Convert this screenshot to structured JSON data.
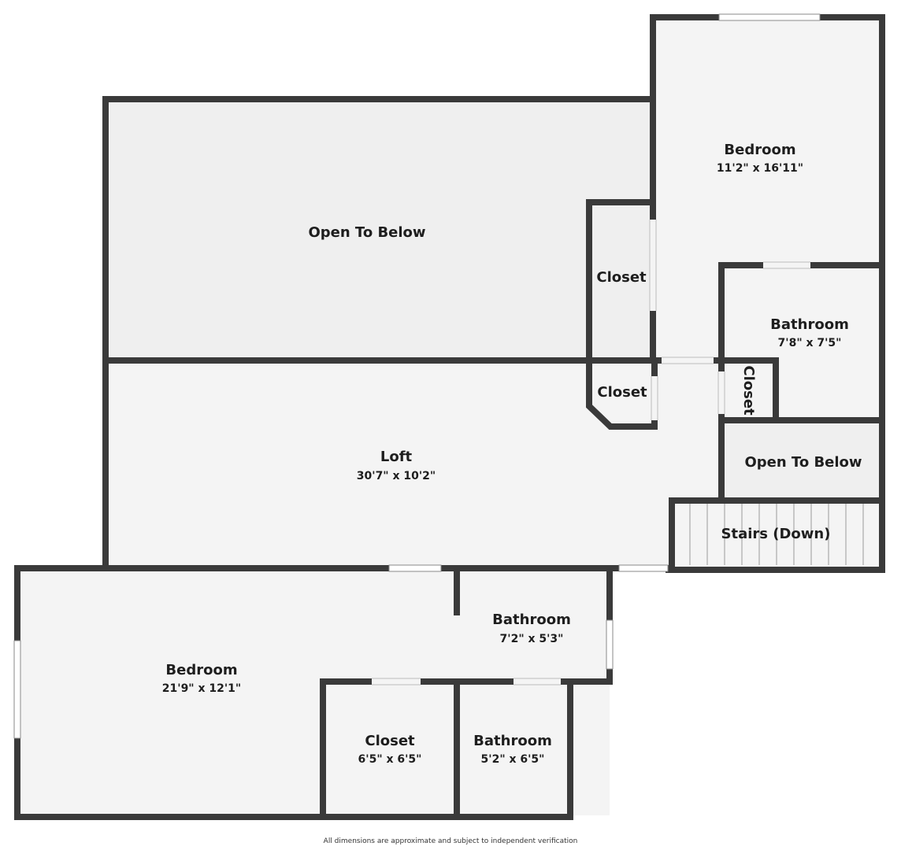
{
  "colors": {
    "wall": "#3a3a3a",
    "room_fill": "#f4f4f4",
    "open_below_fill": "#efefef",
    "window": "#ffffff",
    "stair_line": "#9a9a9a"
  },
  "rooms": {
    "open_to_below_main": {
      "name": "Open To Below"
    },
    "bedroom_upper": {
      "name": "Bedroom",
      "dims": "11'2\" x 16'11\""
    },
    "closet_upper": {
      "name": "Closet"
    },
    "bathroom_right": {
      "name": "Bathroom",
      "dims": "7'8\" x 7'5\""
    },
    "closet_middle": {
      "name": "Closet"
    },
    "closet_vertical": {
      "name": "Closet"
    },
    "loft": {
      "name": "Loft",
      "dims": "30'7\" x 10'2\""
    },
    "open_to_below_small": {
      "name": "Open To Below"
    },
    "stairs": {
      "name": "Stairs (Down)"
    },
    "bathroom_lower": {
      "name": "Bathroom",
      "dims": "7'2\" x 5'3\""
    },
    "bedroom_lower": {
      "name": "Bedroom",
      "dims": "21'9\" x 12'1\""
    },
    "closet_lower": {
      "name": "Closet",
      "dims": "6'5\" x 6'5\""
    },
    "bathroom_small": {
      "name": "Bathroom",
      "dims": "5'2\" x 6'5\""
    }
  },
  "disclaimer": "All dimensions are approximate and subject to independent verification"
}
